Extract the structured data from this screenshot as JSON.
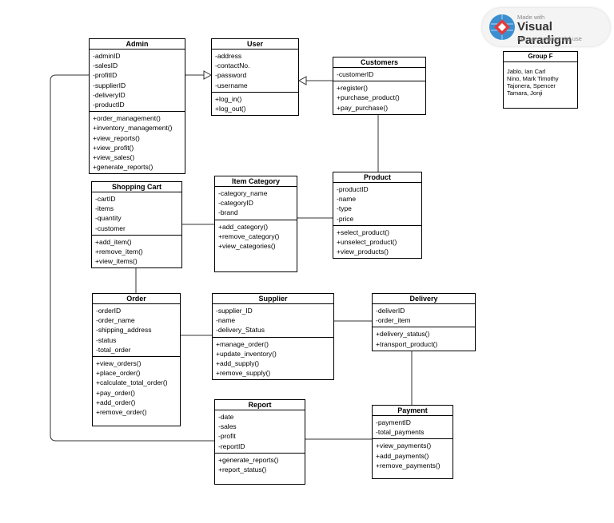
{
  "watermark": {
    "made_with": "Made with",
    "brand": "Visual Paradigm",
    "sub": "For non-commercial use"
  },
  "note": {
    "title": "Group F",
    "members": [
      "Jablo, Ian Carl",
      "Nino, Mark Timothy",
      "Tajonera, Spencer",
      "Tamara, Jonji"
    ]
  },
  "classes": {
    "admin": {
      "name": "Admin",
      "attributes": [
        "-adminID",
        "-salesID",
        "-profitID",
        "-supplierID",
        "-deliveryID",
        "-productID"
      ],
      "methods": [
        "+order_management()",
        "+inventory_management()",
        "+view_reports()",
        "+view_profit()",
        "+view_sales()",
        "+generate_reports()"
      ]
    },
    "user": {
      "name": "User",
      "attributes": [
        "-address",
        "-contactNo.",
        "-password",
        "-username"
      ],
      "methods": [
        "+log_in()",
        "+log_out()"
      ]
    },
    "customers": {
      "name": "Customers",
      "attributes": [
        "-customerID"
      ],
      "methods": [
        "+register()",
        "+purchase_product()",
        "+pay_purchase()"
      ]
    },
    "shopping_cart": {
      "name": "Shopping Cart",
      "attributes": [
        "-cartID",
        "-items",
        "-quantity",
        "-customer"
      ],
      "methods": [
        "+add_item()",
        "+remove_item()",
        "+view_items()"
      ]
    },
    "item_category": {
      "name": "Item Category",
      "attributes": [
        "-category_name",
        "-categoryID",
        "-brand"
      ],
      "methods": [
        "+add_category()",
        "+remove_category()",
        "+view_categories()"
      ]
    },
    "product": {
      "name": "Product",
      "attributes": [
        "-productID",
        "-name",
        "-type",
        "-price"
      ],
      "methods": [
        "+select_product()",
        "+unselect_product()",
        "+view_products()"
      ]
    },
    "order": {
      "name": "Order",
      "attributes": [
        "-orderID",
        "-order_name",
        "-shipping_address",
        "-status",
        "-total_order"
      ],
      "methods": [
        "+view_orders()",
        "+place_order()",
        "+calculate_total_order()",
        "+pay_order()",
        "+add_order()",
        "+remove_order()"
      ]
    },
    "supplier": {
      "name": "Supplier",
      "attributes": [
        "-supplier_ID",
        "-name",
        "-delivery_Status"
      ],
      "methods": [
        "+manage_order()",
        "+update_inventory()",
        "+add_supply()",
        "+remove_supply()"
      ]
    },
    "delivery": {
      "name": "Delivery",
      "attributes": [
        "-deliverID",
        "-order_item"
      ],
      "methods": [
        "+delivery_status()",
        "+transport_product()"
      ]
    },
    "report": {
      "name": "Report",
      "attributes": [
        "-date",
        "-sales",
        "-profit",
        "-reportID"
      ],
      "methods": [
        "+generate_reports()",
        "+report_status()"
      ]
    },
    "payment": {
      "name": "Payment",
      "attributes": [
        "-paymentID",
        "-total_payments"
      ],
      "methods": [
        "+view_payments()",
        "+add_payments()",
        "+remove_payments()"
      ]
    }
  }
}
